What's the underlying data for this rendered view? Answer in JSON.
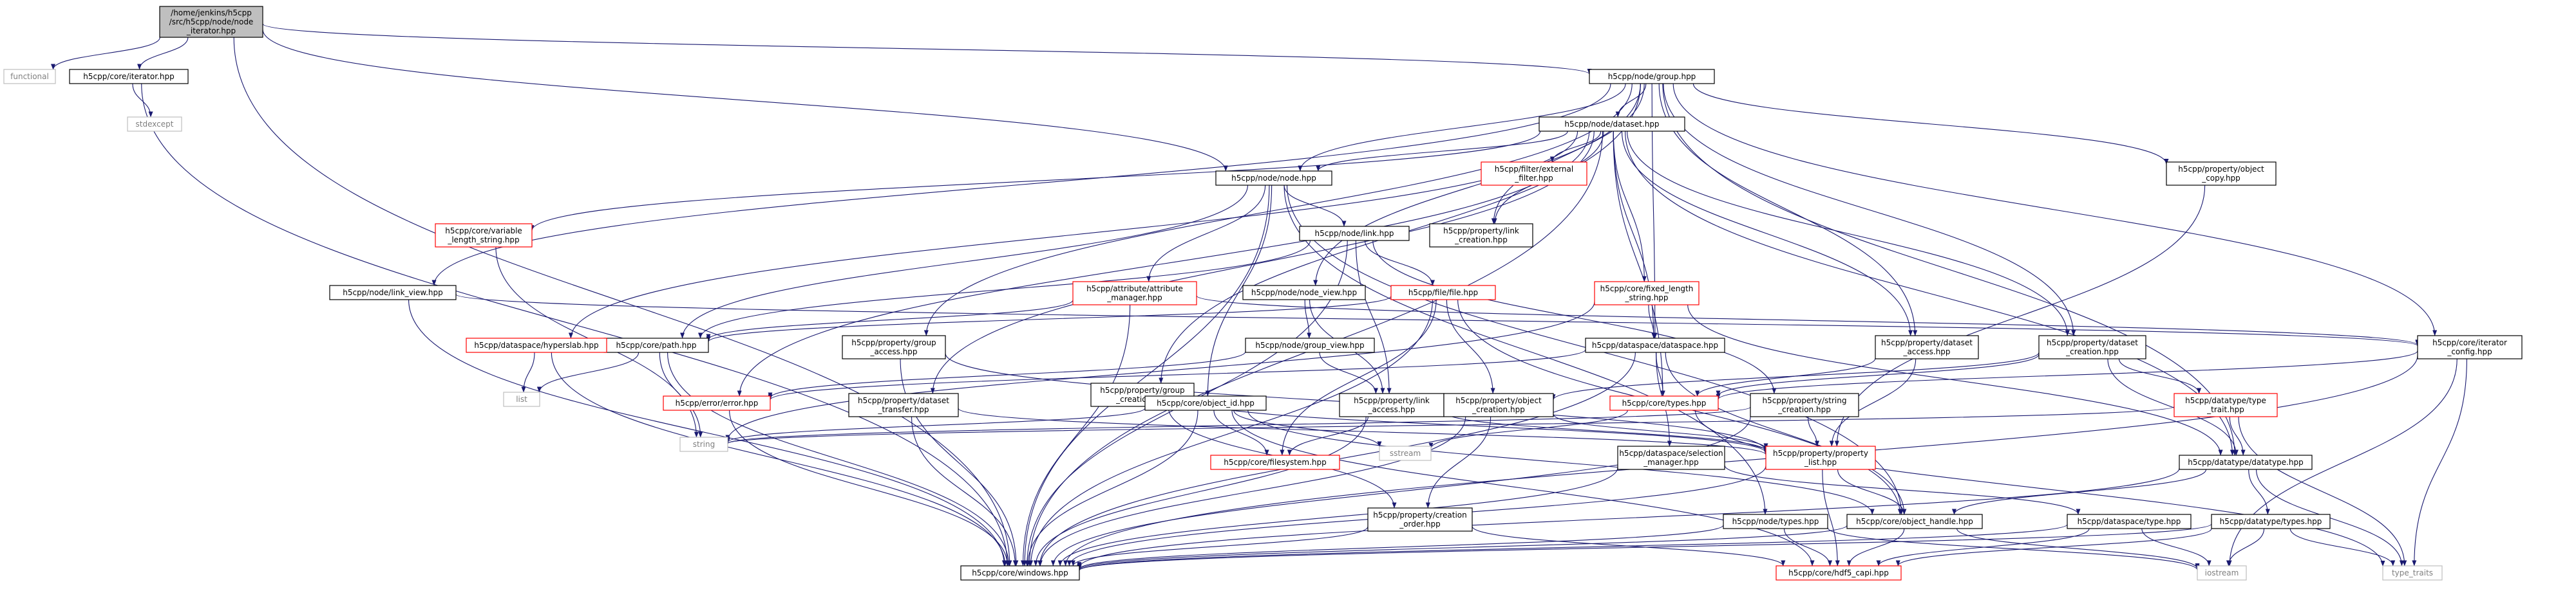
{
  "colors": {
    "edge": "#191970",
    "box_stroke": "#000000",
    "box_fill": "#ffffff",
    "missing_box_stroke": "#ff0000",
    "system_box_stroke": "#bfbfbf",
    "system_text": "#808080",
    "root_fill": "#bfbfbf",
    "text": "#000000"
  },
  "nodes": {
    "root": {
      "lines": [
        "/home/jenkins/h5cpp",
        "/src/h5cpp/node/node",
        "_iterator.hpp"
      ],
      "kind": "root"
    },
    "functional": {
      "lines": [
        "functional"
      ],
      "kind": "system"
    },
    "core_iterator": {
      "lines": [
        "h5cpp/core/iterator.hpp"
      ],
      "kind": "normal"
    },
    "stdexcept": {
      "lines": [
        "stdexcept"
      ],
      "kind": "system"
    },
    "node_group": {
      "lines": [
        "h5cpp/node/group.hpp"
      ],
      "kind": "normal"
    },
    "node_dataset": {
      "lines": [
        "h5cpp/node/dataset.hpp"
      ],
      "kind": "normal"
    },
    "node_node": {
      "lines": [
        "h5cpp/node/node.hpp"
      ],
      "kind": "normal"
    },
    "filter_external": {
      "lines": [
        "h5cpp/filter/external",
        "_filter.hpp"
      ],
      "kind": "missing"
    },
    "prop_object_copy": {
      "lines": [
        "h5cpp/property/object",
        "_copy.hpp"
      ],
      "kind": "normal"
    },
    "core_variable": {
      "lines": [
        "h5cpp/core/variable",
        "_length_string.hpp"
      ],
      "kind": "missing"
    },
    "node_link": {
      "lines": [
        "h5cpp/node/link.hpp"
      ],
      "kind": "normal"
    },
    "prop_link_creation": {
      "lines": [
        "h5cpp/property/link",
        "_creation.hpp"
      ],
      "kind": "normal"
    },
    "node_link_view": {
      "lines": [
        "h5cpp/node/link_view.hpp"
      ],
      "kind": "normal"
    },
    "attr_manager": {
      "lines": [
        "h5cpp/attribute/attribute",
        "_manager.hpp"
      ],
      "kind": "missing"
    },
    "node_node_view": {
      "lines": [
        "h5cpp/node/node_view.hpp"
      ],
      "kind": "normal"
    },
    "file_file": {
      "lines": [
        "h5cpp/file/file.hpp"
      ],
      "kind": "missing"
    },
    "core_fixed": {
      "lines": [
        "h5cpp/core/fixed_length",
        "_string.hpp"
      ],
      "kind": "missing"
    },
    "core_path": {
      "lines": [
        "h5cpp/core/path.hpp"
      ],
      "kind": "normal"
    },
    "prop_group_access": {
      "lines": [
        "h5cpp/property/group",
        "_access.hpp"
      ],
      "kind": "normal"
    },
    "node_group_view": {
      "lines": [
        "h5cpp/node/group_view.hpp"
      ],
      "kind": "normal"
    },
    "ds_dataspace": {
      "lines": [
        "h5cpp/dataspace/dataspace.hpp"
      ],
      "kind": "normal"
    },
    "prop_dataset_access": {
      "lines": [
        "h5cpp/property/dataset",
        "_access.hpp"
      ],
      "kind": "normal"
    },
    "prop_dataset_creation": {
      "lines": [
        "h5cpp/property/dataset",
        "_creation.hpp"
      ],
      "kind": "normal"
    },
    "core_iterator_config": {
      "lines": [
        "h5cpp/core/iterator",
        "_config.hpp"
      ],
      "kind": "normal"
    },
    "ds_hyperslab": {
      "lines": [
        "h5cpp/dataspace/hyperslab.hpp"
      ],
      "kind": "missing"
    },
    "list": {
      "lines": [
        "list"
      ],
      "kind": "system"
    },
    "prop_group_creation": {
      "lines": [
        "h5cpp/property/group",
        "_creation.hpp"
      ],
      "kind": "normal"
    },
    "error_error": {
      "lines": [
        "h5cpp/error/error.hpp"
      ],
      "kind": "missing"
    },
    "prop_dataset_transfer": {
      "lines": [
        "h5cpp/property/dataset",
        "_transfer.hpp"
      ],
      "kind": "normal"
    },
    "core_object_id": {
      "lines": [
        "h5cpp/core/object_id.hpp"
      ],
      "kind": "normal"
    },
    "prop_link_access": {
      "lines": [
        "h5cpp/property/link",
        "_access.hpp"
      ],
      "kind": "normal"
    },
    "prop_object_creation": {
      "lines": [
        "h5cpp/property/object",
        "_creation.hpp"
      ],
      "kind": "normal"
    },
    "core_types": {
      "lines": [
        "h5cpp/core/types.hpp"
      ],
      "kind": "missing"
    },
    "prop_string_creation": {
      "lines": [
        "h5cpp/property/string",
        "_creation.hpp"
      ],
      "kind": "normal"
    },
    "dt_type_trait": {
      "lines": [
        "h5cpp/datatype/type",
        "_trait.hpp"
      ],
      "kind": "missing"
    },
    "string": {
      "lines": [
        "string"
      ],
      "kind": "system"
    },
    "core_filesystem": {
      "lines": [
        "h5cpp/core/filesystem.hpp"
      ],
      "kind": "missing"
    },
    "sstream": {
      "lines": [
        "sstream"
      ],
      "kind": "system"
    },
    "ds_selection_manager": {
      "lines": [
        "h5cpp/dataspace/selection",
        "_manager.hpp"
      ],
      "kind": "normal"
    },
    "prop_property_list": {
      "lines": [
        "h5cpp/property/property",
        "_list.hpp"
      ],
      "kind": "missing"
    },
    "dt_datatype": {
      "lines": [
        "h5cpp/datatype/datatype.hpp"
      ],
      "kind": "normal"
    },
    "prop_creation_order": {
      "lines": [
        "h5cpp/property/creation",
        "_order.hpp"
      ],
      "kind": "normal"
    },
    "node_types": {
      "lines": [
        "h5cpp/node/types.hpp"
      ],
      "kind": "normal"
    },
    "core_object_handle": {
      "lines": [
        "h5cpp/core/object_handle.hpp"
      ],
      "kind": "normal"
    },
    "ds_type": {
      "lines": [
        "h5cpp/dataspace/type.hpp"
      ],
      "kind": "normal"
    },
    "dt_types": {
      "lines": [
        "h5cpp/datatype/types.hpp"
      ],
      "kind": "normal"
    },
    "core_windows": {
      "lines": [
        "h5cpp/core/windows.hpp"
      ],
      "kind": "normal"
    },
    "core_hdf5_capi": {
      "lines": [
        "h5cpp/core/hdf5_capi.hpp"
      ],
      "kind": "missing"
    },
    "iostream": {
      "lines": [
        "iostream"
      ],
      "kind": "system"
    },
    "type_traits": {
      "lines": [
        "type_traits"
      ],
      "kind": "system"
    }
  },
  "edges": [
    [
      "root",
      "functional"
    ],
    [
      "root",
      "core_iterator"
    ],
    [
      "root",
      "node_group"
    ],
    [
      "root",
      "node_node"
    ],
    [
      "root",
      "core_windows"
    ],
    [
      "core_iterator",
      "stdexcept"
    ],
    [
      "core_iterator",
      "core_windows"
    ],
    [
      "node_group",
      "node_dataset"
    ],
    [
      "node_group",
      "node_node"
    ],
    [
      "node_group",
      "prop_object_copy"
    ],
    [
      "node_group",
      "prop_link_creation"
    ],
    [
      "node_group",
      "node_link_view"
    ],
    [
      "node_group",
      "node_node_view"
    ],
    [
      "node_group",
      "prop_group_access"
    ],
    [
      "node_group",
      "prop_group_creation"
    ],
    [
      "node_group",
      "ds_dataspace"
    ],
    [
      "node_group",
      "prop_dataset_access"
    ],
    [
      "node_group",
      "prop_dataset_creation"
    ],
    [
      "node_group",
      "core_iterator_config"
    ],
    [
      "node_group",
      "dt_datatype"
    ],
    [
      "node_dataset",
      "node_node"
    ],
    [
      "node_dataset",
      "filter_external"
    ],
    [
      "node_dataset",
      "core_variable"
    ],
    [
      "node_dataset",
      "prop_link_creation"
    ],
    [
      "node_dataset",
      "core_fixed"
    ],
    [
      "node_dataset",
      "ds_dataspace"
    ],
    [
      "node_dataset",
      "prop_dataset_access"
    ],
    [
      "node_dataset",
      "prop_dataset_creation"
    ],
    [
      "node_dataset",
      "ds_hyperslab"
    ],
    [
      "node_dataset",
      "prop_dataset_transfer"
    ],
    [
      "node_dataset",
      "error_error"
    ],
    [
      "node_dataset",
      "core_types"
    ],
    [
      "node_dataset",
      "dt_datatype"
    ],
    [
      "node_dataset",
      "core_windows"
    ],
    [
      "node_node",
      "node_link"
    ],
    [
      "node_node",
      "attr_manager"
    ],
    [
      "node_node",
      "core_object_id"
    ],
    [
      "node_node",
      "core_path"
    ],
    [
      "node_node",
      "core_object_handle"
    ],
    [
      "node_node",
      "node_types"
    ],
    [
      "node_node",
      "core_windows"
    ],
    [
      "prop_object_copy",
      "prop_property_list"
    ],
    [
      "core_variable",
      "string"
    ],
    [
      "node_link",
      "file_file"
    ],
    [
      "node_link",
      "core_path"
    ],
    [
      "node_link",
      "prop_link_access"
    ],
    [
      "node_link",
      "prop_string_creation"
    ],
    [
      "node_link",
      "core_windows"
    ],
    [
      "node_link_view",
      "core_iterator_config"
    ],
    [
      "node_link_view",
      "core_windows"
    ],
    [
      "attr_manager",
      "core_path"
    ],
    [
      "attr_manager",
      "core_iterator_config"
    ],
    [
      "attr_manager",
      "core_windows"
    ],
    [
      "node_node_view",
      "node_group_view"
    ],
    [
      "node_node_view",
      "prop_link_access"
    ],
    [
      "file_file",
      "core_path"
    ],
    [
      "file_file",
      "core_filesystem"
    ],
    [
      "file_file",
      "core_object_handle"
    ],
    [
      "file_file",
      "core_windows"
    ],
    [
      "file_file",
      "prop_object_creation"
    ],
    [
      "core_fixed",
      "string"
    ],
    [
      "core_fixed",
      "ds_dataspace"
    ],
    [
      "core_fixed",
      "dt_datatype"
    ],
    [
      "core_path",
      "list"
    ],
    [
      "core_path",
      "string"
    ],
    [
      "core_path",
      "core_windows"
    ],
    [
      "prop_group_access",
      "prop_property_list"
    ],
    [
      "prop_group_access",
      "core_windows"
    ],
    [
      "node_group_view",
      "prop_link_access"
    ],
    [
      "node_group_view",
      "error_error"
    ],
    [
      "ds_dataspace",
      "ds_selection_manager"
    ],
    [
      "ds_dataspace",
      "core_object_handle"
    ],
    [
      "ds_dataspace",
      "core_types"
    ],
    [
      "ds_dataspace",
      "error_error"
    ],
    [
      "ds_dataspace",
      "core_windows"
    ],
    [
      "prop_dataset_access",
      "prop_property_list"
    ],
    [
      "prop_dataset_access",
      "core_types"
    ],
    [
      "prop_dataset_creation",
      "dt_type_trait"
    ],
    [
      "prop_dataset_creation",
      "dt_datatype"
    ],
    [
      "prop_dataset_creation",
      "prop_object_creation"
    ],
    [
      "prop_dataset_creation",
      "core_types"
    ],
    [
      "core_iterator_config",
      "core_types"
    ],
    [
      "core_iterator_config",
      "iostream"
    ],
    [
      "core_iterator_config",
      "type_traits"
    ],
    [
      "core_iterator_config",
      "core_windows"
    ],
    [
      "ds_hyperslab",
      "list"
    ],
    [
      "ds_hyperslab",
      "core_windows"
    ],
    [
      "prop_group_creation",
      "prop_creation_order"
    ],
    [
      "prop_group_creation",
      "prop_property_list"
    ],
    [
      "error_error",
      "core_windows"
    ],
    [
      "prop_dataset_transfer",
      "core_windows"
    ],
    [
      "prop_dataset_transfer",
      "prop_property_list"
    ],
    [
      "core_object_id",
      "string"
    ],
    [
      "core_object_id",
      "sstream"
    ],
    [
      "core_object_id",
      "core_filesystem"
    ],
    [
      "core_object_id",
      "core_object_handle"
    ],
    [
      "core_object_id",
      "core_hdf5_capi"
    ],
    [
      "core_object_id",
      "core_windows"
    ],
    [
      "prop_link_access",
      "core_filesystem"
    ],
    [
      "prop_link_access",
      "core_windows"
    ],
    [
      "prop_link_access",
      "prop_property_list"
    ],
    [
      "prop_object_creation",
      "prop_creation_order"
    ],
    [
      "prop_object_creation",
      "prop_property_list"
    ],
    [
      "prop_object_creation",
      "core_windows"
    ],
    [
      "core_types",
      "sstream"
    ],
    [
      "core_types",
      "type_traits"
    ],
    [
      "prop_string_creation",
      "prop_property_list"
    ],
    [
      "prop_string_creation",
      "core_windows"
    ],
    [
      "prop_string_creation",
      "string"
    ],
    [
      "dt_type_trait",
      "dt_datatype"
    ],
    [
      "dt_type_trait",
      "string"
    ],
    [
      "dt_type_trait",
      "type_traits"
    ],
    [
      "ds_selection_manager",
      "ds_type"
    ],
    [
      "ds_selection_manager",
      "core_windows"
    ],
    [
      "prop_property_list",
      "core_object_handle"
    ],
    [
      "prop_property_list",
      "core_hdf5_capi"
    ],
    [
      "prop_property_list",
      "core_windows"
    ],
    [
      "dt_datatype",
      "dt_types"
    ],
    [
      "dt_datatype",
      "core_object_handle"
    ],
    [
      "dt_datatype",
      "core_windows"
    ],
    [
      "dt_datatype",
      "type_traits"
    ],
    [
      "prop_creation_order",
      "core_windows"
    ],
    [
      "prop_creation_order",
      "core_hdf5_capi"
    ],
    [
      "node_types",
      "core_windows"
    ],
    [
      "node_types",
      "core_hdf5_capi"
    ],
    [
      "node_types",
      "iostream"
    ],
    [
      "core_object_handle",
      "core_windows"
    ],
    [
      "core_object_handle",
      "core_hdf5_capi"
    ],
    [
      "core_object_handle",
      "iostream"
    ],
    [
      "ds_type",
      "core_windows"
    ],
    [
      "ds_type",
      "core_hdf5_capi"
    ],
    [
      "ds_type",
      "iostream"
    ],
    [
      "dt_types",
      "core_windows"
    ],
    [
      "dt_types",
      "core_hdf5_capi"
    ],
    [
      "dt_types",
      "iostream"
    ],
    [
      "dt_types",
      "type_traits"
    ]
  ]
}
